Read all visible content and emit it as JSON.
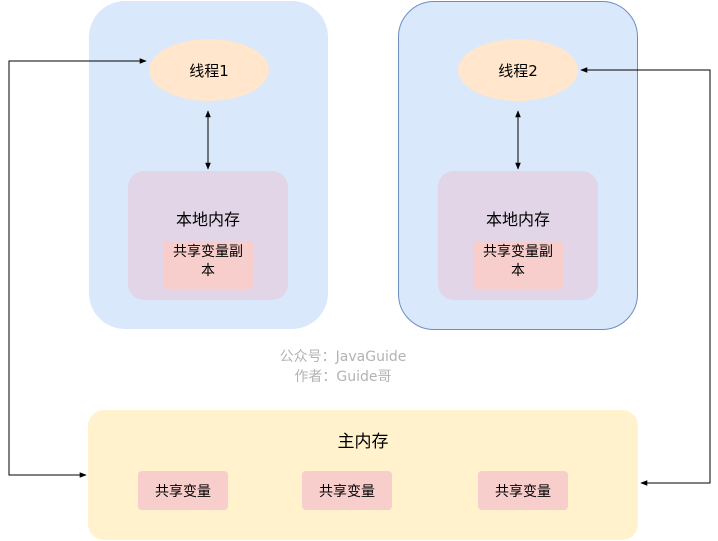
{
  "thread1": {
    "label": "线程1",
    "local_memory": "本地内存",
    "copy_label": "共享变量副本"
  },
  "thread2": {
    "label": "线程2",
    "local_memory": "本地内存",
    "copy_label": "共享变量副本"
  },
  "main_memory": {
    "title": "主内存",
    "variables": [
      "共享变量",
      "共享变量",
      "共享变量"
    ]
  },
  "watermark": {
    "line1": "公众号：JavaGuide",
    "line2": "作者：Guide哥"
  },
  "colors": {
    "thread_panel": "#dae8fc",
    "thread_panel_border": "#6c8ebf",
    "thread_node": "#ffe6cc",
    "local_memory": "#e1d5e7",
    "shared_variable": "#f8cecc",
    "main_memory": "#fff2cc",
    "watermark_text": "#b3b3b3",
    "arrow": "#000000"
  }
}
